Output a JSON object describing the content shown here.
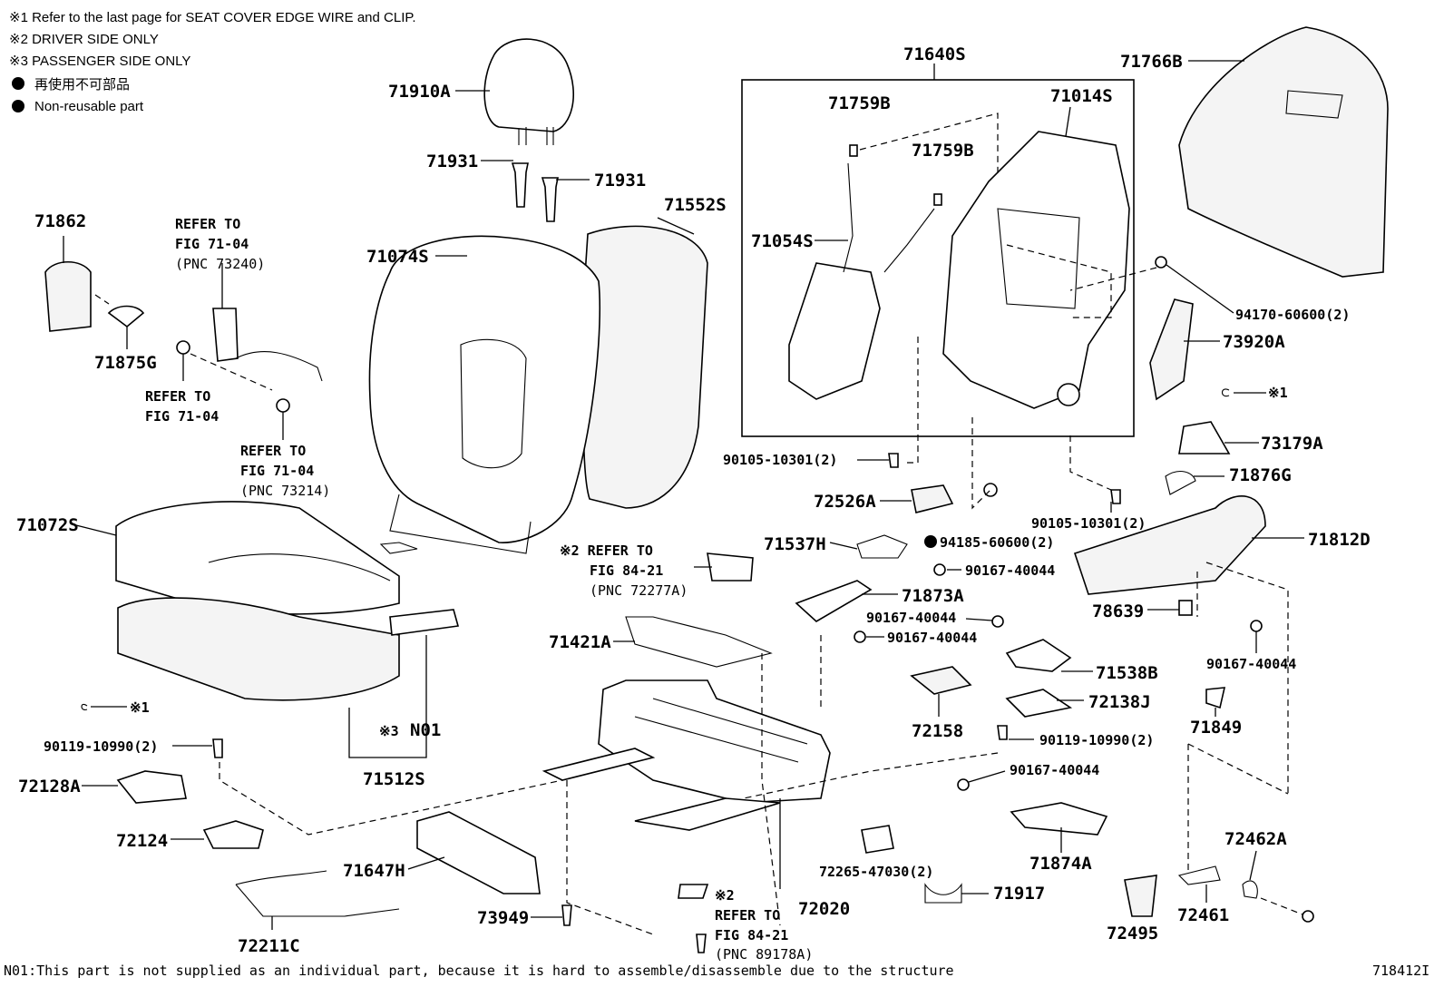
{
  "notes": {
    "note1": "※1  Refer to the last page for SEAT COVER EDGE WIRE and CLIP.",
    "note2": "※2  DRIVER SIDE ONLY",
    "note3": "※3  PASSENGER  SIDE ONLY",
    "note4": "再使用不可部品",
    "note5": "Non-reusable part"
  },
  "footer": {
    "n01_note": "N01:This part is not supplied as an individual part, because it is hard to assemble/disassemble due to the structure",
    "figure_id": "718412I"
  },
  "labels": {
    "l71910A": "71910A",
    "l71931a": "71931",
    "l71931b": "71931",
    "l71862": "71862",
    "l71875G": "71875G",
    "refer1_a": "REFER TO",
    "refer1_b": "FIG 71-04",
    "refer1_c": "(PNC 73240)",
    "refer2_a": "REFER TO",
    "refer2_b": "FIG 71-04",
    "refer3_a": "REFER TO",
    "refer3_b": "FIG 71-04",
    "refer3_c": "(PNC 73214)",
    "l71074S": "71074S",
    "l71552S": "71552S",
    "l71640S": "71640S",
    "l71759B_a": "71759B",
    "l71759B_b": "71759B",
    "l71014S": "71014S",
    "l71054S": "71054S",
    "l71766B": "71766B",
    "l94170": "94170-60600(2)",
    "l73920A": "73920A",
    "l_x1_right": "※1",
    "l73179A": "73179A",
    "l71876G": "71876G",
    "l90105_a": "90105-10301(2)",
    "l90105_b": "90105-10301(2)",
    "l72526A": "72526A",
    "l94185": "94185-60600(2)",
    "l71537H": "71537H",
    "l90167_a": "90167-40044",
    "l71873A": "71873A",
    "l71812D": "71812D",
    "l78639": "78639",
    "l90167_b": "90167-40044",
    "l90167_c": "90167-40044",
    "l90167_d": "90167-40044",
    "l71072S": "71072S",
    "refer4_a": "※2 REFER TO",
    "refer4_b": "FIG 84-21",
    "refer4_c": "(PNC 72277A)",
    "l71421A": "71421A",
    "l71538B": "71538B",
    "l72138J": "72138J",
    "l72158": "72158",
    "l71849": "71849",
    "l_x1_left": "※1",
    "l_x3": "※3",
    "lN01": "N01",
    "l90119_a": "90119-10990(2)",
    "l90119_b": "90119-10990(2)",
    "l71512S": "71512S",
    "l72128A": "72128A",
    "l90167_e": "90167-40044",
    "l72124": "72124",
    "l71874A": "71874A",
    "l72462A": "72462A",
    "l71647H": "71647H",
    "l72265": "72265-47030(2)",
    "l71917": "71917",
    "l73949": "73949",
    "refer5_x": "※2",
    "refer5_a": "REFER TO",
    "refer5_b": "FIG 84-21",
    "refer5_c": "(PNC 89178A)",
    "l72020": "72020",
    "l72211C": "72211C",
    "l72495": "72495",
    "l72461": "72461"
  }
}
